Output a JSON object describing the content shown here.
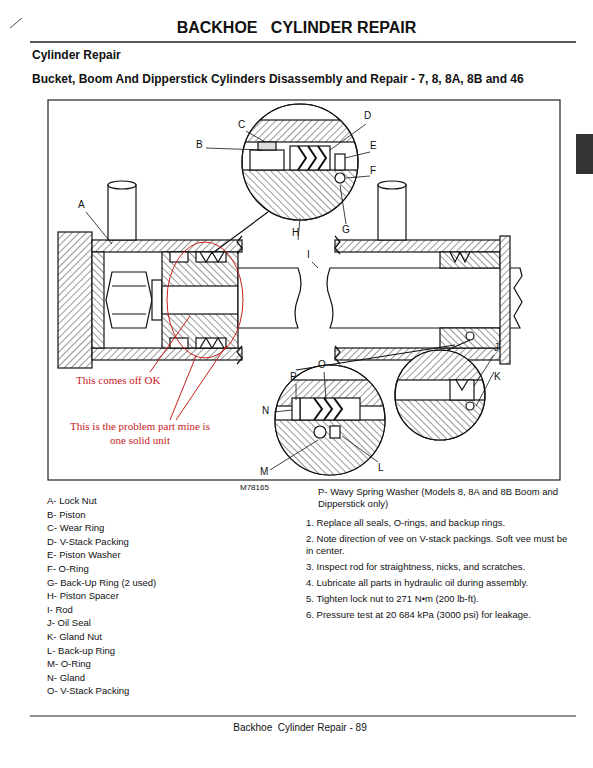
{
  "diagram": {
    "title": "BACKHOE   CYLINDER REPAIR",
    "labels": [
      "Cylinder Repair",
      "Bucket, Boom And Dipperstick Cylinders Disassembly and Repair - 7, 8, 8A, 8B and 46",
      "A",
      "B",
      "C",
      "D",
      "E",
      "F",
      "G",
      "H",
      "I",
      "J",
      "K",
      "L",
      "M",
      "N",
      "O",
      "P",
      "This comes off OK",
      "This is the problem part mine is one solid unit",
      "M78165",
      "A- Lock Nut",
      "B- Piston",
      "C- Wear Ring",
      "D- V-Stack Packing",
      "E- Piston Washer",
      "F- O-Ring",
      "G- Back-Up Ring (2 used)",
      "H- Piston Spacer",
      "I- Rod",
      "J- Oil Seal",
      "K- Gland Nut",
      "L- Back-up Ring",
      "M- O-Ring",
      "N- Gland",
      "O- V-Stack Packing",
      "P- Wavy Spring Washer (Models 8, 8A and 8B Boom and Dipperstick only)",
      "1. Replace all seals, O-rings, and backup rings.",
      "2. Note direction of vee on V-stack packings. Soft vee must be in center.",
      "3. Inspect rod for straightness, nicks, and scratches.",
      "4. Lubricate all parts in hydraulic oil during assembly.",
      "5. Tighten lock nut to 271 N•m (200 lb-ft).",
      "6. Pressure test at 20 684 kPa (3000 psi) for leakage.",
      "Backhoe  Cylinder Repair - 89"
    ]
  }
}
